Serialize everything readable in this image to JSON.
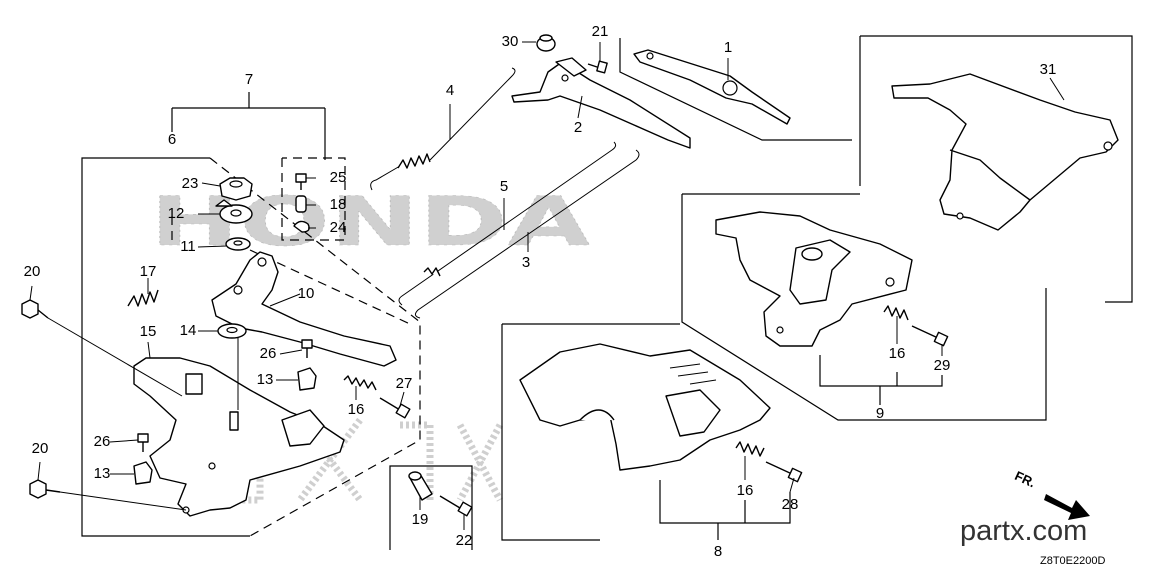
{
  "diagram": {
    "watermark_text": "HONDA",
    "watermark_logo": "Honda wordmark and GX engine watermark",
    "site_label": "partx.com",
    "drawing_code": "Z8T0E2200D",
    "direction_label": "FR.",
    "callouts": [
      {
        "id": "1",
        "label": "1"
      },
      {
        "id": "2",
        "label": "2"
      },
      {
        "id": "3",
        "label": "3"
      },
      {
        "id": "4",
        "label": "4"
      },
      {
        "id": "5",
        "label": "5"
      },
      {
        "id": "6",
        "label": "6"
      },
      {
        "id": "7",
        "label": "7"
      },
      {
        "id": "8",
        "label": "8"
      },
      {
        "id": "9",
        "label": "9"
      },
      {
        "id": "10",
        "label": "10"
      },
      {
        "id": "11",
        "label": "11"
      },
      {
        "id": "12",
        "label": "12"
      },
      {
        "id": "13a",
        "label": "13"
      },
      {
        "id": "13b",
        "label": "13"
      },
      {
        "id": "14",
        "label": "14"
      },
      {
        "id": "15",
        "label": "15"
      },
      {
        "id": "16a",
        "label": "16"
      },
      {
        "id": "16b",
        "label": "16"
      },
      {
        "id": "16c",
        "label": "16"
      },
      {
        "id": "17",
        "label": "17"
      },
      {
        "id": "18",
        "label": "18"
      },
      {
        "id": "19",
        "label": "19"
      },
      {
        "id": "20a",
        "label": "20"
      },
      {
        "id": "20b",
        "label": "20"
      },
      {
        "id": "21",
        "label": "21"
      },
      {
        "id": "22",
        "label": "22"
      },
      {
        "id": "23",
        "label": "23"
      },
      {
        "id": "24",
        "label": "24"
      },
      {
        "id": "25",
        "label": "25"
      },
      {
        "id": "26a",
        "label": "26"
      },
      {
        "id": "26b",
        "label": "26"
      },
      {
        "id": "27",
        "label": "27"
      },
      {
        "id": "28",
        "label": "28"
      },
      {
        "id": "29",
        "label": "29"
      },
      {
        "id": "30",
        "label": "30"
      },
      {
        "id": "31",
        "label": "31"
      }
    ]
  }
}
